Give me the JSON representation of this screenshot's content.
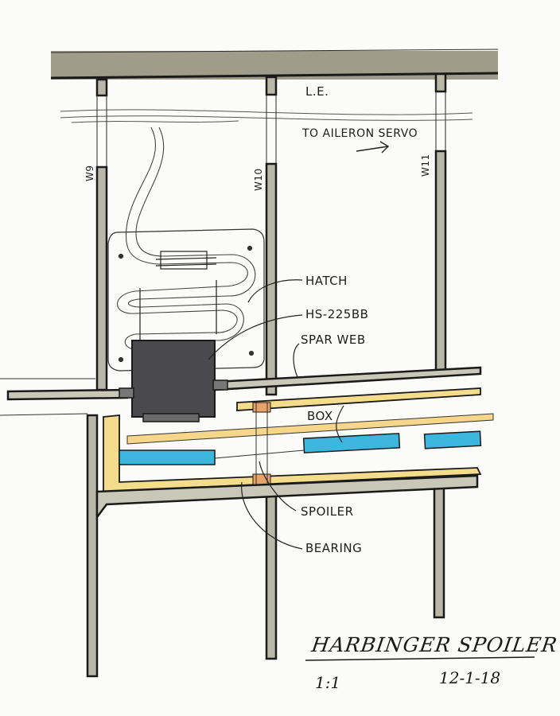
{
  "title": "HARBINGER SPOILER",
  "scale": "1:1",
  "date": "12-1-18",
  "labels": {
    "le": "L.E.",
    "to_aileron_servo": "TO AILERON SERVO",
    "hatch": "HATCH",
    "servo_model": "HS-225BB",
    "spar_web": "SPAR WEB",
    "box": "BOX",
    "spoiler": "SPOILER",
    "bearing": "BEARING"
  },
  "ribs": [
    "W9",
    "W10",
    "W11"
  ],
  "colors": {
    "leading_edge": "#8e8c76",
    "rib_fill": "#b9b8a8",
    "box_yellow": "#f3dc8c",
    "spoiler_blue": "#3cb6dd",
    "servo": "#4a4a4e",
    "bearing_orange": "#e7a36a"
  }
}
